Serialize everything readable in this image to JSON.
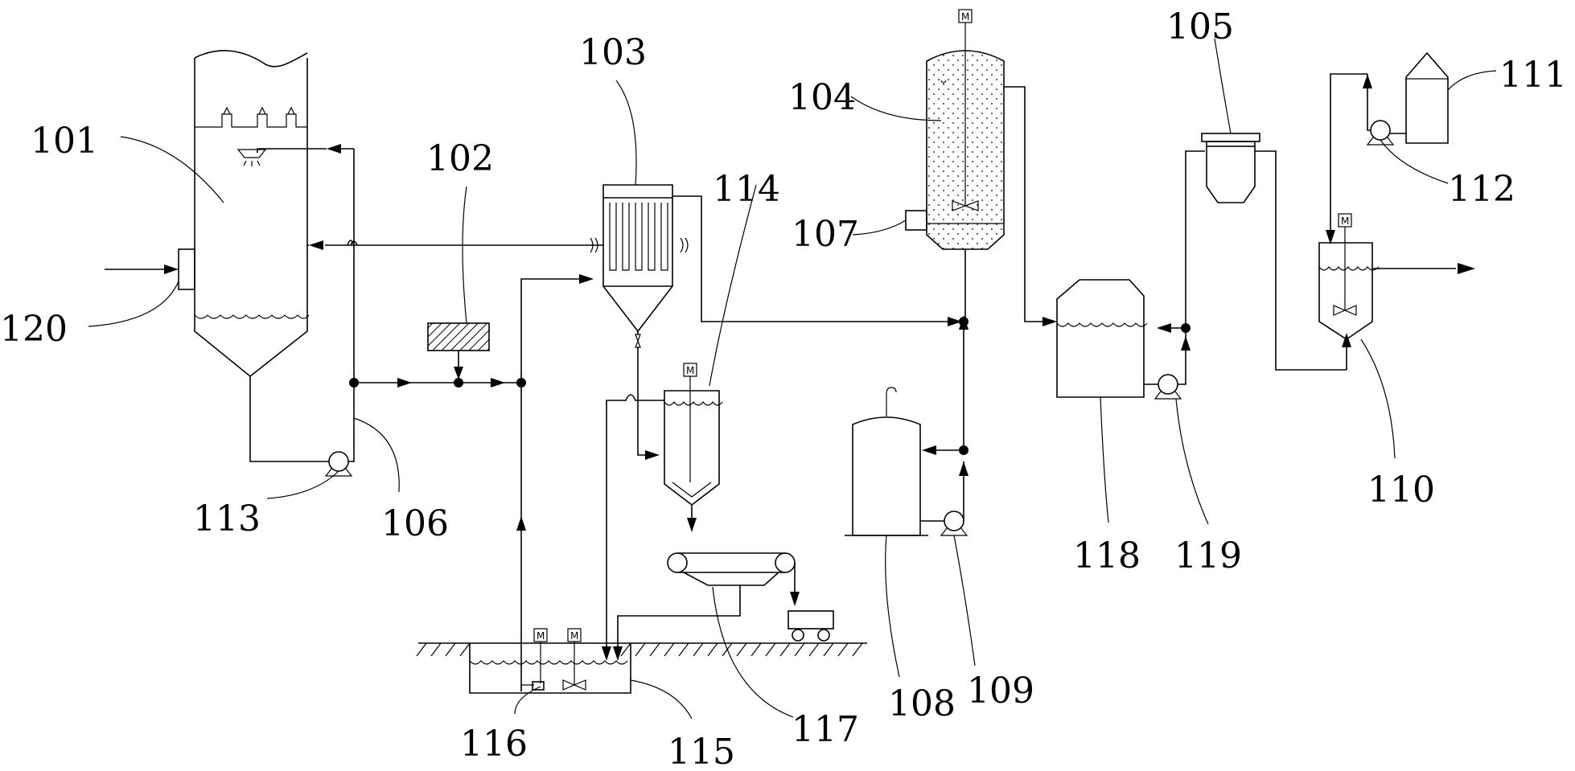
{
  "diagram": {
    "labels": {
      "l101": "101",
      "l102": "102",
      "l103": "103",
      "l104": "104",
      "l105": "105",
      "l106": "106",
      "l107": "107",
      "l108": "108",
      "l109": "109",
      "l110": "110",
      "l111": "111",
      "l112": "112",
      "l113": "113",
      "l114": "114",
      "l115": "115",
      "l116": "116",
      "l117": "117",
      "l118": "118",
      "l119": "119",
      "l120": "120"
    },
    "motor_mark": "M"
  }
}
